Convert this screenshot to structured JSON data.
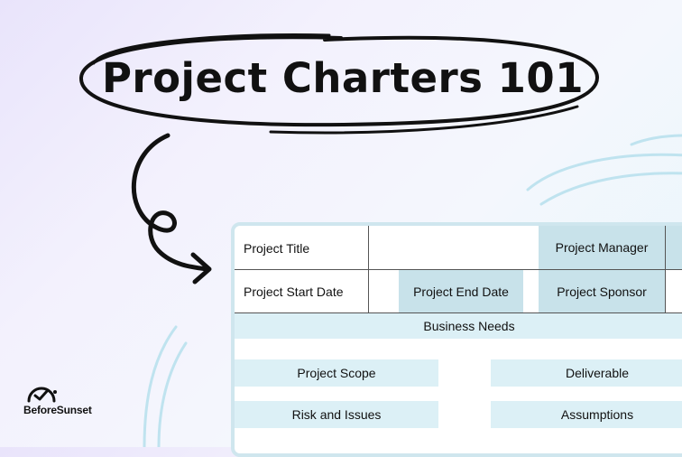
{
  "title": "Project Charters 101",
  "table": {
    "project_title": "Project Title",
    "project_manager": "Project Manager",
    "project_start_date": "Project Start Date",
    "project_end_date": "Project End Date",
    "project_sponsor": "Project Sponsor",
    "business_needs": "Business Needs",
    "project_scope": "Project Scope",
    "deliverable": "Deliverable",
    "risk_and_issues": "Risk and Issues",
    "assumptions": "Assumptions"
  },
  "logo": {
    "text": "BeforeSunset"
  },
  "colors": {
    "highlight": "#c8e2ea",
    "band": "#dcf0f6",
    "card_border": "#cfe6ee"
  }
}
